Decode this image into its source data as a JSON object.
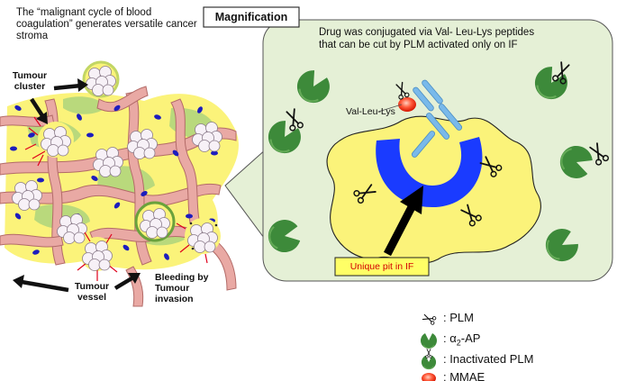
{
  "left_caption": "The “malignant cycle of blood coagulation” generates versatile cancer stroma",
  "labels": {
    "tumour_cluster": "Tumour cluster",
    "tumour_vessel": "Tumour vessel",
    "bleeding": "Bleeding by Tumour invasion"
  },
  "magnification": {
    "title": "Magnification",
    "description_line1": "Drug was conjugated via Val- Leu-Lys peptides",
    "description_line2": "that can be cut by PLM activated only on IF",
    "peptide_label": "Val-Leu-Lys",
    "pit_label": "Unique pit in IF"
  },
  "legend": [
    {
      "icon": "scissors-icon",
      "label": ": PLM"
    },
    {
      "icon": "pacman-icon",
      "label": ": α2-AP",
      "sub": "2"
    },
    {
      "icon": "inactivated-icon",
      "label": ": Inactivated PLM"
    },
    {
      "icon": "mmae-icon",
      "label": ": MMAE"
    }
  ],
  "colors": {
    "stroma": "#fbf37a",
    "green": "#b9d97c",
    "vessel": "#e9a9a4",
    "nucleus": "#1d1dbd",
    "panel": "#e5f0d6",
    "pit": "#1a3bff",
    "antibody": "#79b9ea",
    "mmae": "#ff3b1f",
    "pacman": "#3d8a3a"
  }
}
